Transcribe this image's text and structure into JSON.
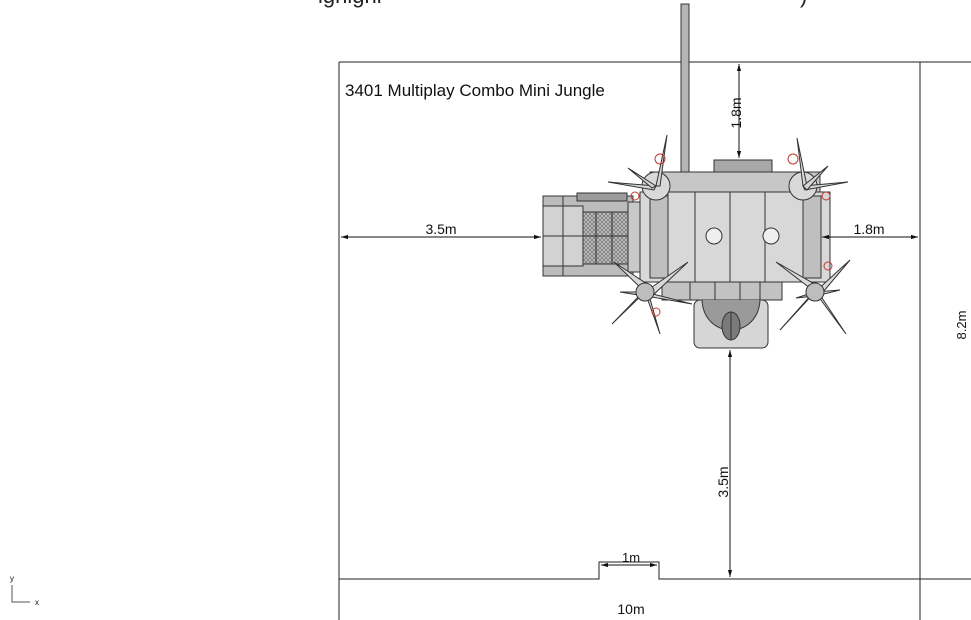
{
  "top_caption": {
    "left": "ighighi",
    "right": ")"
  },
  "drawing": {
    "title": "3401 Multiplay Combo Mini Jungle",
    "dimensions": {
      "top_clearance": "1.8m",
      "left_clearance": "3.5m",
      "right_clearance": "1.8m",
      "bottom_clearance": "3.5m",
      "opening_width": "1m",
      "total_width": "10m",
      "right_edge_label": "8.2m"
    }
  },
  "axes_icon": {
    "y": "y",
    "x": "x"
  }
}
